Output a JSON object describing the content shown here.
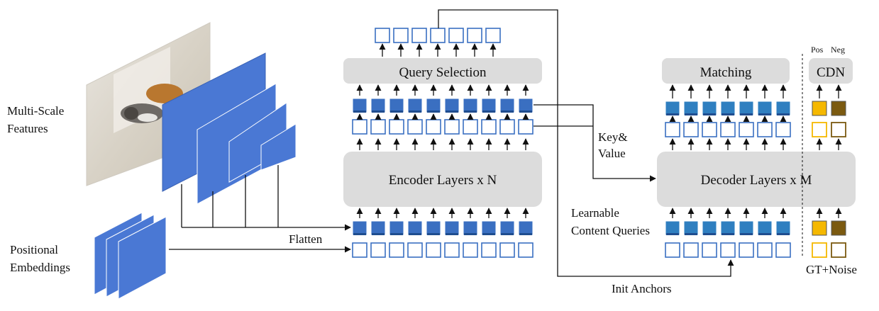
{
  "labels": {
    "multi_scale_features": [
      "Multi-Scale",
      "Features"
    ],
    "positional_embeddings": [
      "Positional",
      "Embeddings"
    ],
    "flatten": "Flatten",
    "query_selection": "Query Selection",
    "encoder_layers": "Encoder Layers x N",
    "key_value": [
      "Key&",
      "Value"
    ],
    "matching": "Matching",
    "cdn": "CDN",
    "pos": "Pos",
    "neg": "Neg",
    "decoder_layers": "Decoder Layers x M",
    "learnable_content_queries": [
      "Learnable",
      "Content Queries"
    ],
    "init_anchors": "Init Anchors",
    "gt_noise": "GT+Noise"
  },
  "colors": {
    "feature_blue": "#4a78d4",
    "token_filled": "#3a6fc1",
    "token_outline": "#3a6fc1",
    "query_filled": "#2f7fc0",
    "pos_fill": "#f5b800",
    "neg_fill": "#7b5a10",
    "module_gray": "#dcdcdc"
  },
  "icons": {
    "input_image": "cat-and-dog-photo"
  }
}
